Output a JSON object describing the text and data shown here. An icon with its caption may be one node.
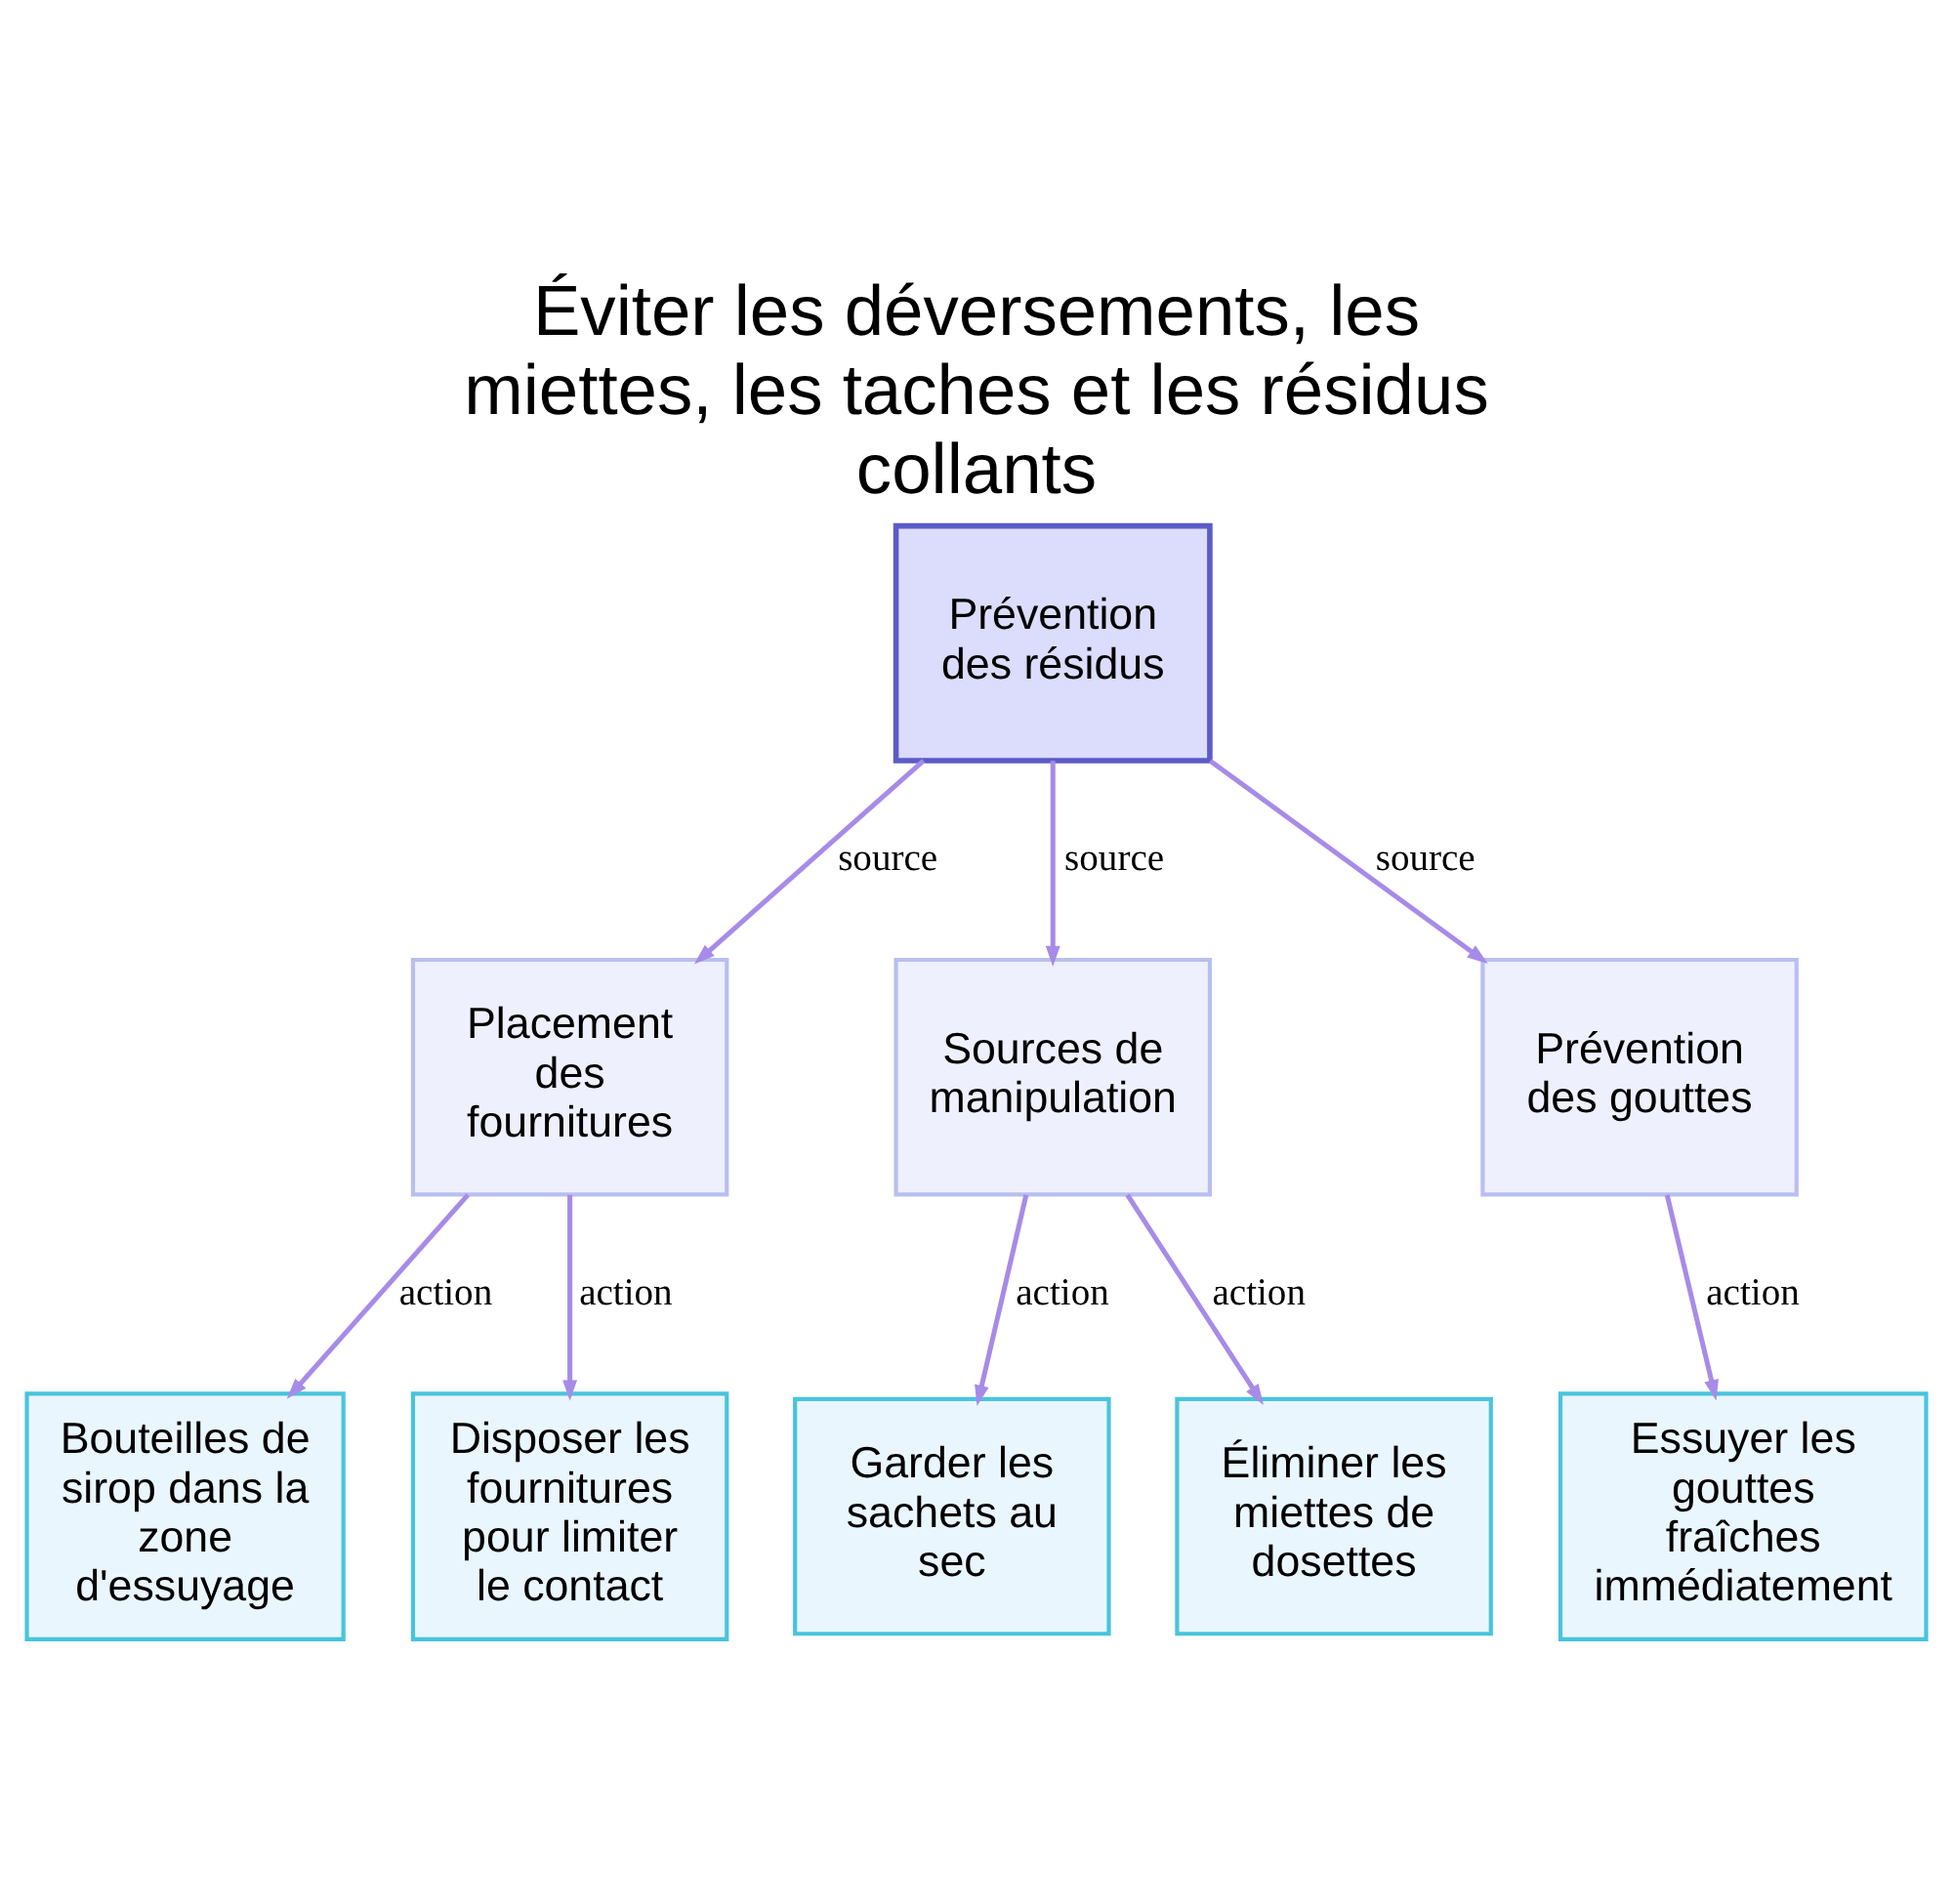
{
  "diagram": {
    "title": "Éviter les déversements, les miettes, les taches et les résidus collants",
    "nodes": [
      {
        "text": [
          "Prévention des résidus"
        ]
      },
      {
        "text": [
          "Placement des fournitures"
        ]
      },
      {
        "text": [
          "Sources de manipulation"
        ]
      },
      {
        "text": [
          "Prévention des gouttes"
        ]
      },
      {
        "text": [
          "Bouteilles de sirop dans la zone d'essuyage"
        ]
      },
      {
        "text": [
          "Disposer les fournitures pour limiter le contact"
        ]
      },
      {
        "text": [
          "Garder les sachets au sec"
        ]
      },
      {
        "text": [
          "Éliminer les miettes de dosettes"
        ]
      },
      {
        "text": [
          "Essuyer les gouttes fraîches immédiatement"
        ]
      }
    ],
    "edges": [
      {
        "from": 0,
        "to": 1,
        "arrow": "to",
        "label": "source"
      },
      {
        "from": 0,
        "to": 2,
        "arrow": "to",
        "label": "source"
      },
      {
        "from": 0,
        "to": 3,
        "arrow": "to",
        "label": "source"
      },
      {
        "from": 1,
        "to": 4,
        "arrow": "to",
        "label": "action"
      },
      {
        "from": 1,
        "to": 5,
        "arrow": "to",
        "label": "action"
      },
      {
        "from": 2,
        "to": 6,
        "arrow": "to",
        "label": "action"
      },
      {
        "from": 2,
        "to": 7,
        "arrow": "to",
        "label": "action"
      },
      {
        "from": 3,
        "to": 8,
        "arrow": "to",
        "label": "action"
      }
    ]
  }
}
